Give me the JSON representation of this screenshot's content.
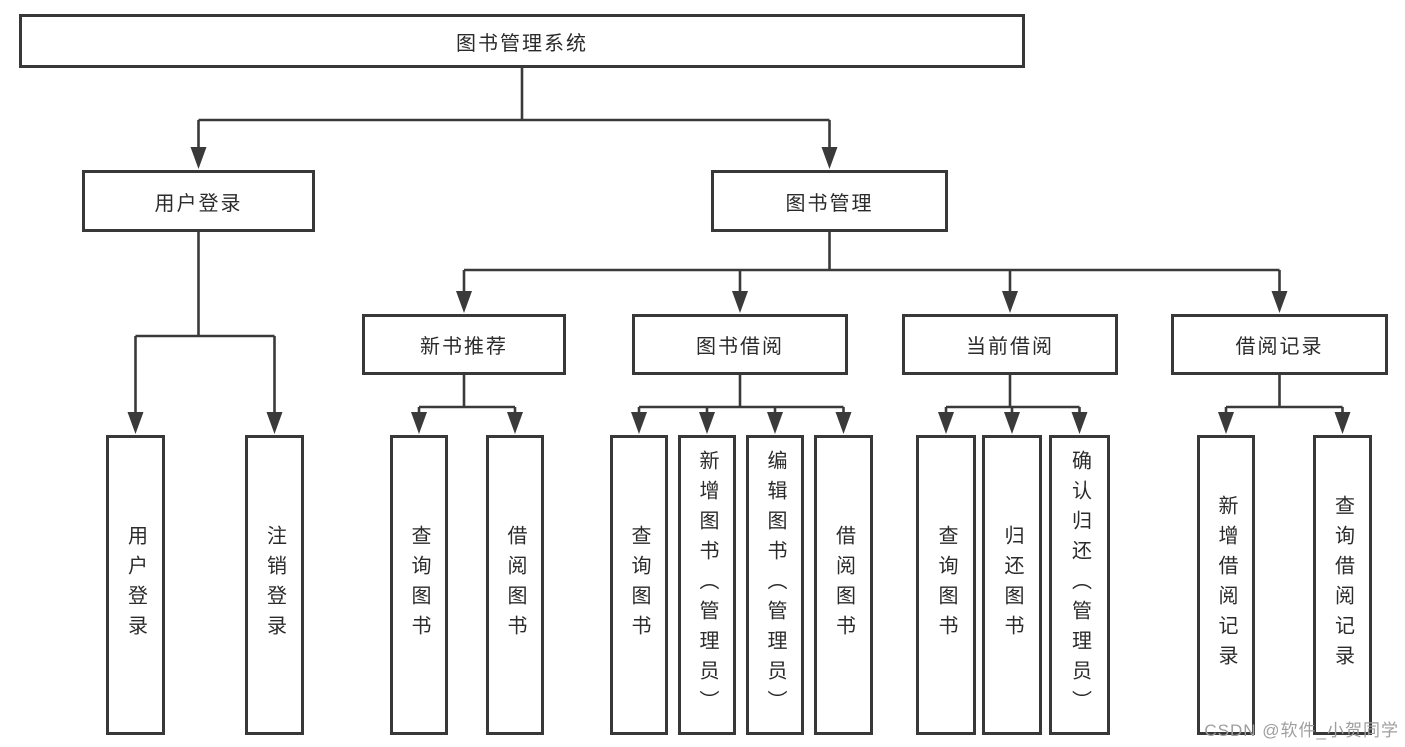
{
  "diagram": {
    "title": "图书管理系统",
    "colors": {
      "line": "#3a3a3a",
      "box_border": "#383838",
      "box_fill": "#ffffff",
      "text": "#2b2b2b",
      "watermark": "#9e9e9e"
    },
    "nodes": [
      {
        "id": "root",
        "label": "图书管理系统",
        "parent": null
      },
      {
        "id": "user-login",
        "label": "用户登录",
        "parent": "root"
      },
      {
        "id": "book-management",
        "label": "图书管理",
        "parent": "root"
      },
      {
        "id": "leaf-user-login",
        "label": "用户登录",
        "parent": "user-login"
      },
      {
        "id": "leaf-logout",
        "label": "注销登录",
        "parent": "user-login"
      },
      {
        "id": "new-book-recommend",
        "label": "新书推荐",
        "parent": "book-management"
      },
      {
        "id": "book-borrow",
        "label": "图书借阅",
        "parent": "book-management"
      },
      {
        "id": "current-borrow",
        "label": "当前借阅",
        "parent": "book-management"
      },
      {
        "id": "borrow-records",
        "label": "借阅记录",
        "parent": "book-management"
      },
      {
        "id": "nb-query-books",
        "label": "查询图书",
        "parent": "new-book-recommend"
      },
      {
        "id": "nb-borrow-books",
        "label": "借阅图书",
        "parent": "new-book-recommend"
      },
      {
        "id": "bb-query-books",
        "label": "查询图书",
        "parent": "book-borrow"
      },
      {
        "id": "bb-add-books",
        "label": "新增图书（管理员）",
        "parent": "book-borrow"
      },
      {
        "id": "bb-edit-books",
        "label": "编辑图书（管理员）",
        "parent": "book-borrow"
      },
      {
        "id": "bb-borrow-books",
        "label": "借阅图书",
        "parent": "book-borrow"
      },
      {
        "id": "cb-query-books",
        "label": "查询图书",
        "parent": "current-borrow"
      },
      {
        "id": "cb-return-books",
        "label": "归还图书",
        "parent": "current-borrow"
      },
      {
        "id": "cb-confirm-return",
        "label": "确认归还（管理员）",
        "parent": "current-borrow"
      },
      {
        "id": "br-add-record",
        "label": "新增借阅记录",
        "parent": "borrow-records"
      },
      {
        "id": "br-query-record",
        "label": "查询借阅记录",
        "parent": "borrow-records"
      }
    ],
    "watermark": "CSDN @软件_小贺同学"
  }
}
